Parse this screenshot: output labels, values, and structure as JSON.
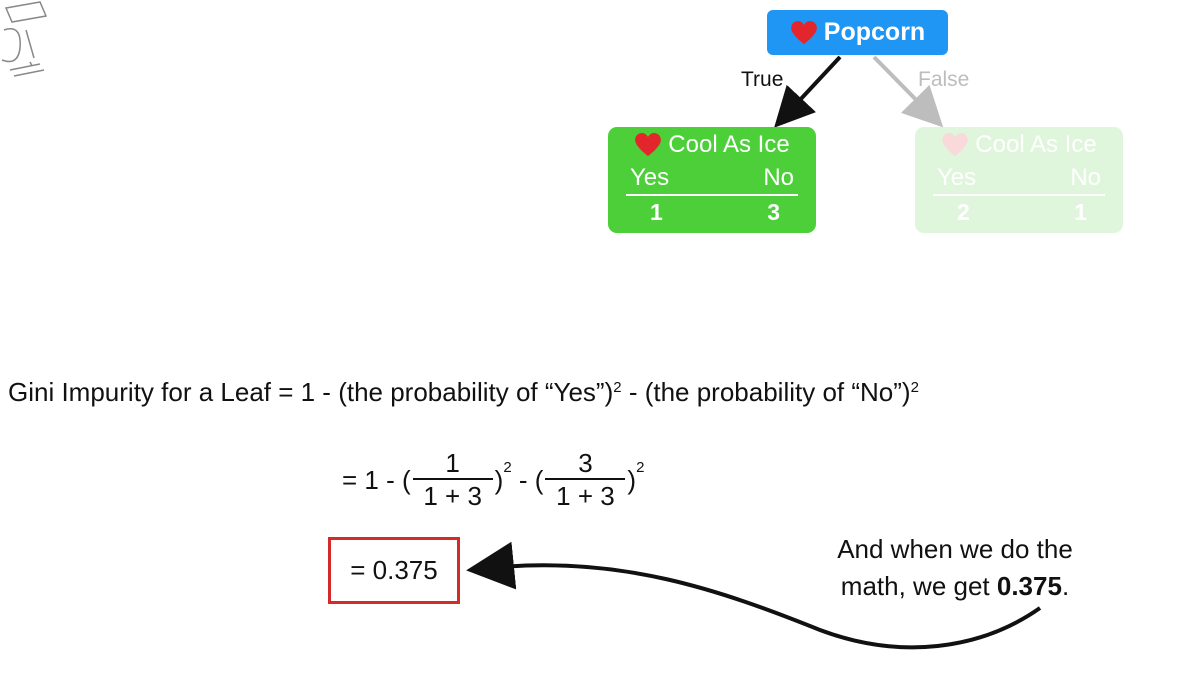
{
  "colors": {
    "root_node": "#1f96f3",
    "leaf_node": "#4ccf39",
    "highlight_box": "#d42a2a",
    "heart": "#e3262b",
    "false_branch": "#bdbdbd"
  },
  "tree": {
    "root": {
      "icon": "heart-icon",
      "label": "Popcorn"
    },
    "true_label": "True",
    "false_label": "False",
    "leaves": [
      {
        "icon": "heart-icon",
        "title": "Cool As Ice",
        "yes_header": "Yes",
        "no_header": "No",
        "yes_count": "1",
        "no_count": "3"
      },
      {
        "icon": "heart-icon",
        "title": "Cool As Ice",
        "yes_header": "Yes",
        "no_header": "No",
        "yes_count": "2",
        "no_count": "1"
      }
    ]
  },
  "formula": {
    "lhs": "Gini Impurity for a Leaf = 1 - (the probability of “Yes”)",
    "mid": " - (the probability of “No”)",
    "exp": "2",
    "step_prefix": "= 1 - (",
    "frac1_num": "1",
    "frac1_den": "1 + 3",
    "close1": ")",
    "middle": " - (",
    "frac2_num": "3",
    "frac2_den": "1 + 3",
    "close2": ")",
    "result": "= 0.375"
  },
  "callout": {
    "line1": "And when we do the",
    "line2_prefix": "math, we get ",
    "line2_bold": "0.375",
    "line2_suffix": "."
  }
}
